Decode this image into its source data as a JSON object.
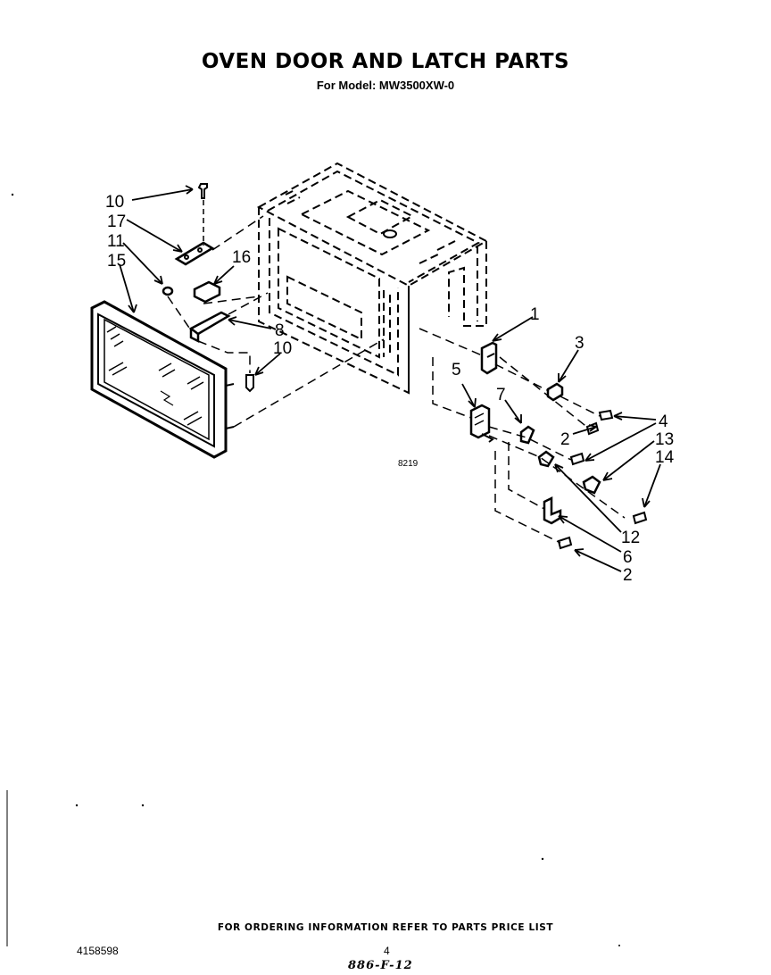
{
  "header": {
    "title": "OVEN DOOR AND LATCH PARTS",
    "subtitle": "For Model: MW3500XW-0"
  },
  "diagram": {
    "figure_number": "8219",
    "callouts": [
      {
        "id": "c10a",
        "label": "10"
      },
      {
        "id": "c17",
        "label": "17"
      },
      {
        "id": "c11",
        "label": "11"
      },
      {
        "id": "c15",
        "label": "15"
      },
      {
        "id": "c16",
        "label": "16"
      },
      {
        "id": "c8",
        "label": "8"
      },
      {
        "id": "c10b",
        "label": "10"
      },
      {
        "id": "c1",
        "label": "1"
      },
      {
        "id": "c3",
        "label": "3"
      },
      {
        "id": "c5",
        "label": "5"
      },
      {
        "id": "c7",
        "label": "7"
      },
      {
        "id": "c4",
        "label": "4"
      },
      {
        "id": "c2a",
        "label": "2"
      },
      {
        "id": "c13",
        "label": "13"
      },
      {
        "id": "c14",
        "label": "14"
      },
      {
        "id": "c12",
        "label": "12"
      },
      {
        "id": "c6",
        "label": "6"
      },
      {
        "id": "c2b",
        "label": "2"
      }
    ]
  },
  "footer": {
    "note": "FOR ORDERING INFORMATION REFER TO PARTS PRICE LIST",
    "doc_number": "4158598",
    "page_number": "4",
    "handwritten": "886-F-12"
  }
}
